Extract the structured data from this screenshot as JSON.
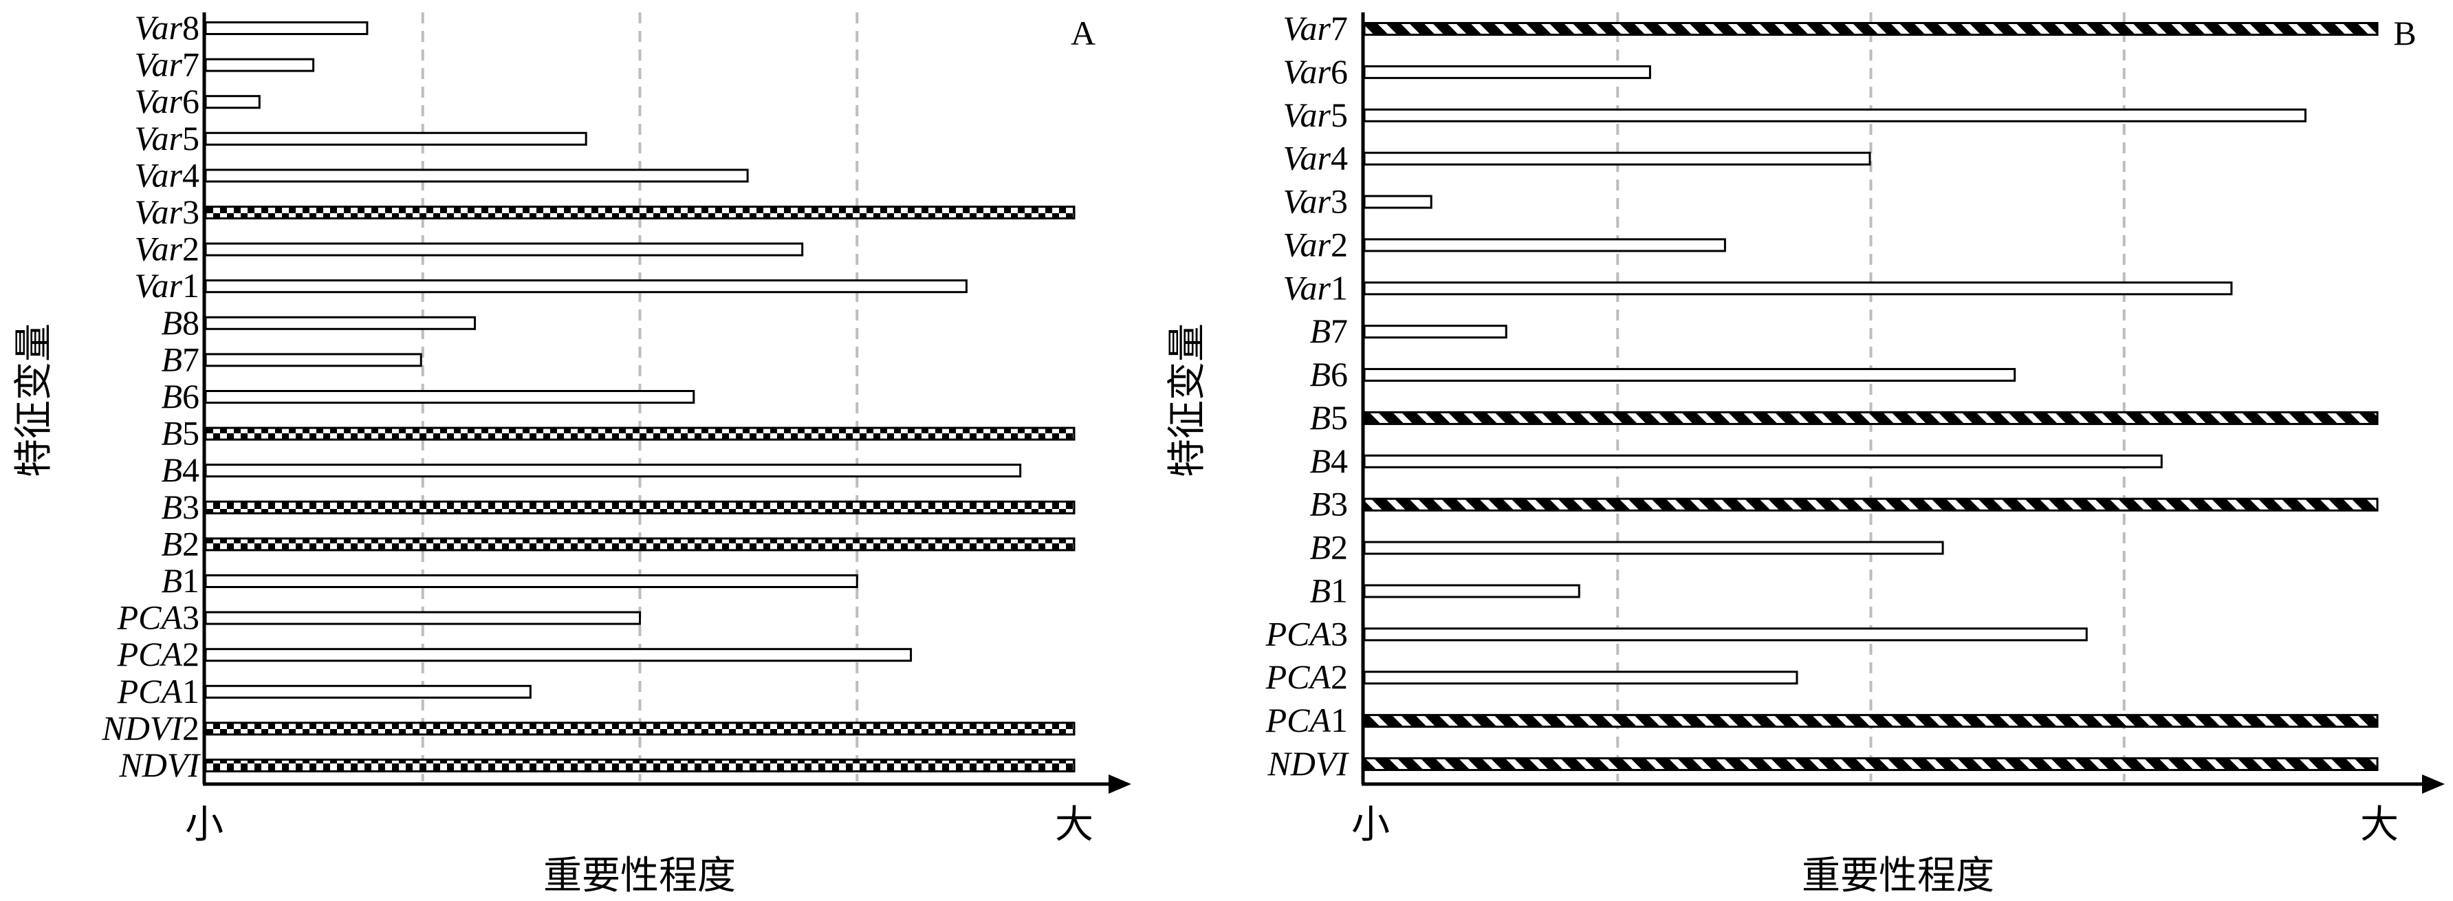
{
  "chart_data": [
    {
      "type": "bar",
      "orientation": "horizontal",
      "panel_label": "A",
      "ylabel": "特征变量",
      "xlabel": "重要性程度",
      "x_min_label": "小",
      "x_max_label": "大",
      "xlim": [
        0,
        100
      ],
      "grid": "vertical dashed",
      "categories": [
        "Var8",
        "Var7",
        "Var6",
        "Var5",
        "Var4",
        "Var3",
        "Var2",
        "Var1",
        "B8",
        "B7",
        "B6",
        "B5",
        "B4",
        "B3",
        "B2",
        "B1",
        "PCA3",
        "PCA2",
        "PCA1",
        "NDVI2",
        "NDVI"
      ],
      "values": [
        18.6,
        12.4,
        6.2,
        43.8,
        62.4,
        100,
        68.7,
        87.6,
        31,
        24.8,
        56.2,
        100,
        93.8,
        100,
        100,
        75,
        50,
        81.2,
        37.4,
        100,
        100
      ],
      "highlighted": [
        false,
        false,
        false,
        false,
        false,
        true,
        false,
        false,
        false,
        false,
        false,
        true,
        false,
        true,
        true,
        false,
        false,
        false,
        false,
        true,
        true
      ],
      "highlight_pattern": "checker"
    },
    {
      "type": "bar",
      "orientation": "horizontal",
      "panel_label": "B",
      "ylabel": "特征变量",
      "xlabel": "重要性程度",
      "x_min_label": "小",
      "x_max_label": "大",
      "xlim": [
        0,
        100
      ],
      "grid": "vertical dashed",
      "categories": [
        "Var7",
        "Var6",
        "Var5",
        "Var4",
        "Var3",
        "Var2",
        "Var1",
        "B7",
        "B6",
        "B5",
        "B4",
        "B3",
        "B2",
        "B1",
        "PCA3",
        "PCA2",
        "PCA1",
        "NDVI"
      ],
      "values": [
        100,
        28.2,
        92.9,
        49.9,
        6.6,
        35.6,
        85.6,
        14,
        64.2,
        100,
        78.7,
        100,
        57.1,
        21.2,
        71.3,
        42.7,
        100,
        100
      ],
      "highlighted": [
        true,
        false,
        false,
        false,
        false,
        false,
        false,
        false,
        false,
        true,
        false,
        true,
        false,
        false,
        false,
        false,
        true,
        true
      ],
      "highlight_pattern": "diagonal-stripes"
    }
  ]
}
